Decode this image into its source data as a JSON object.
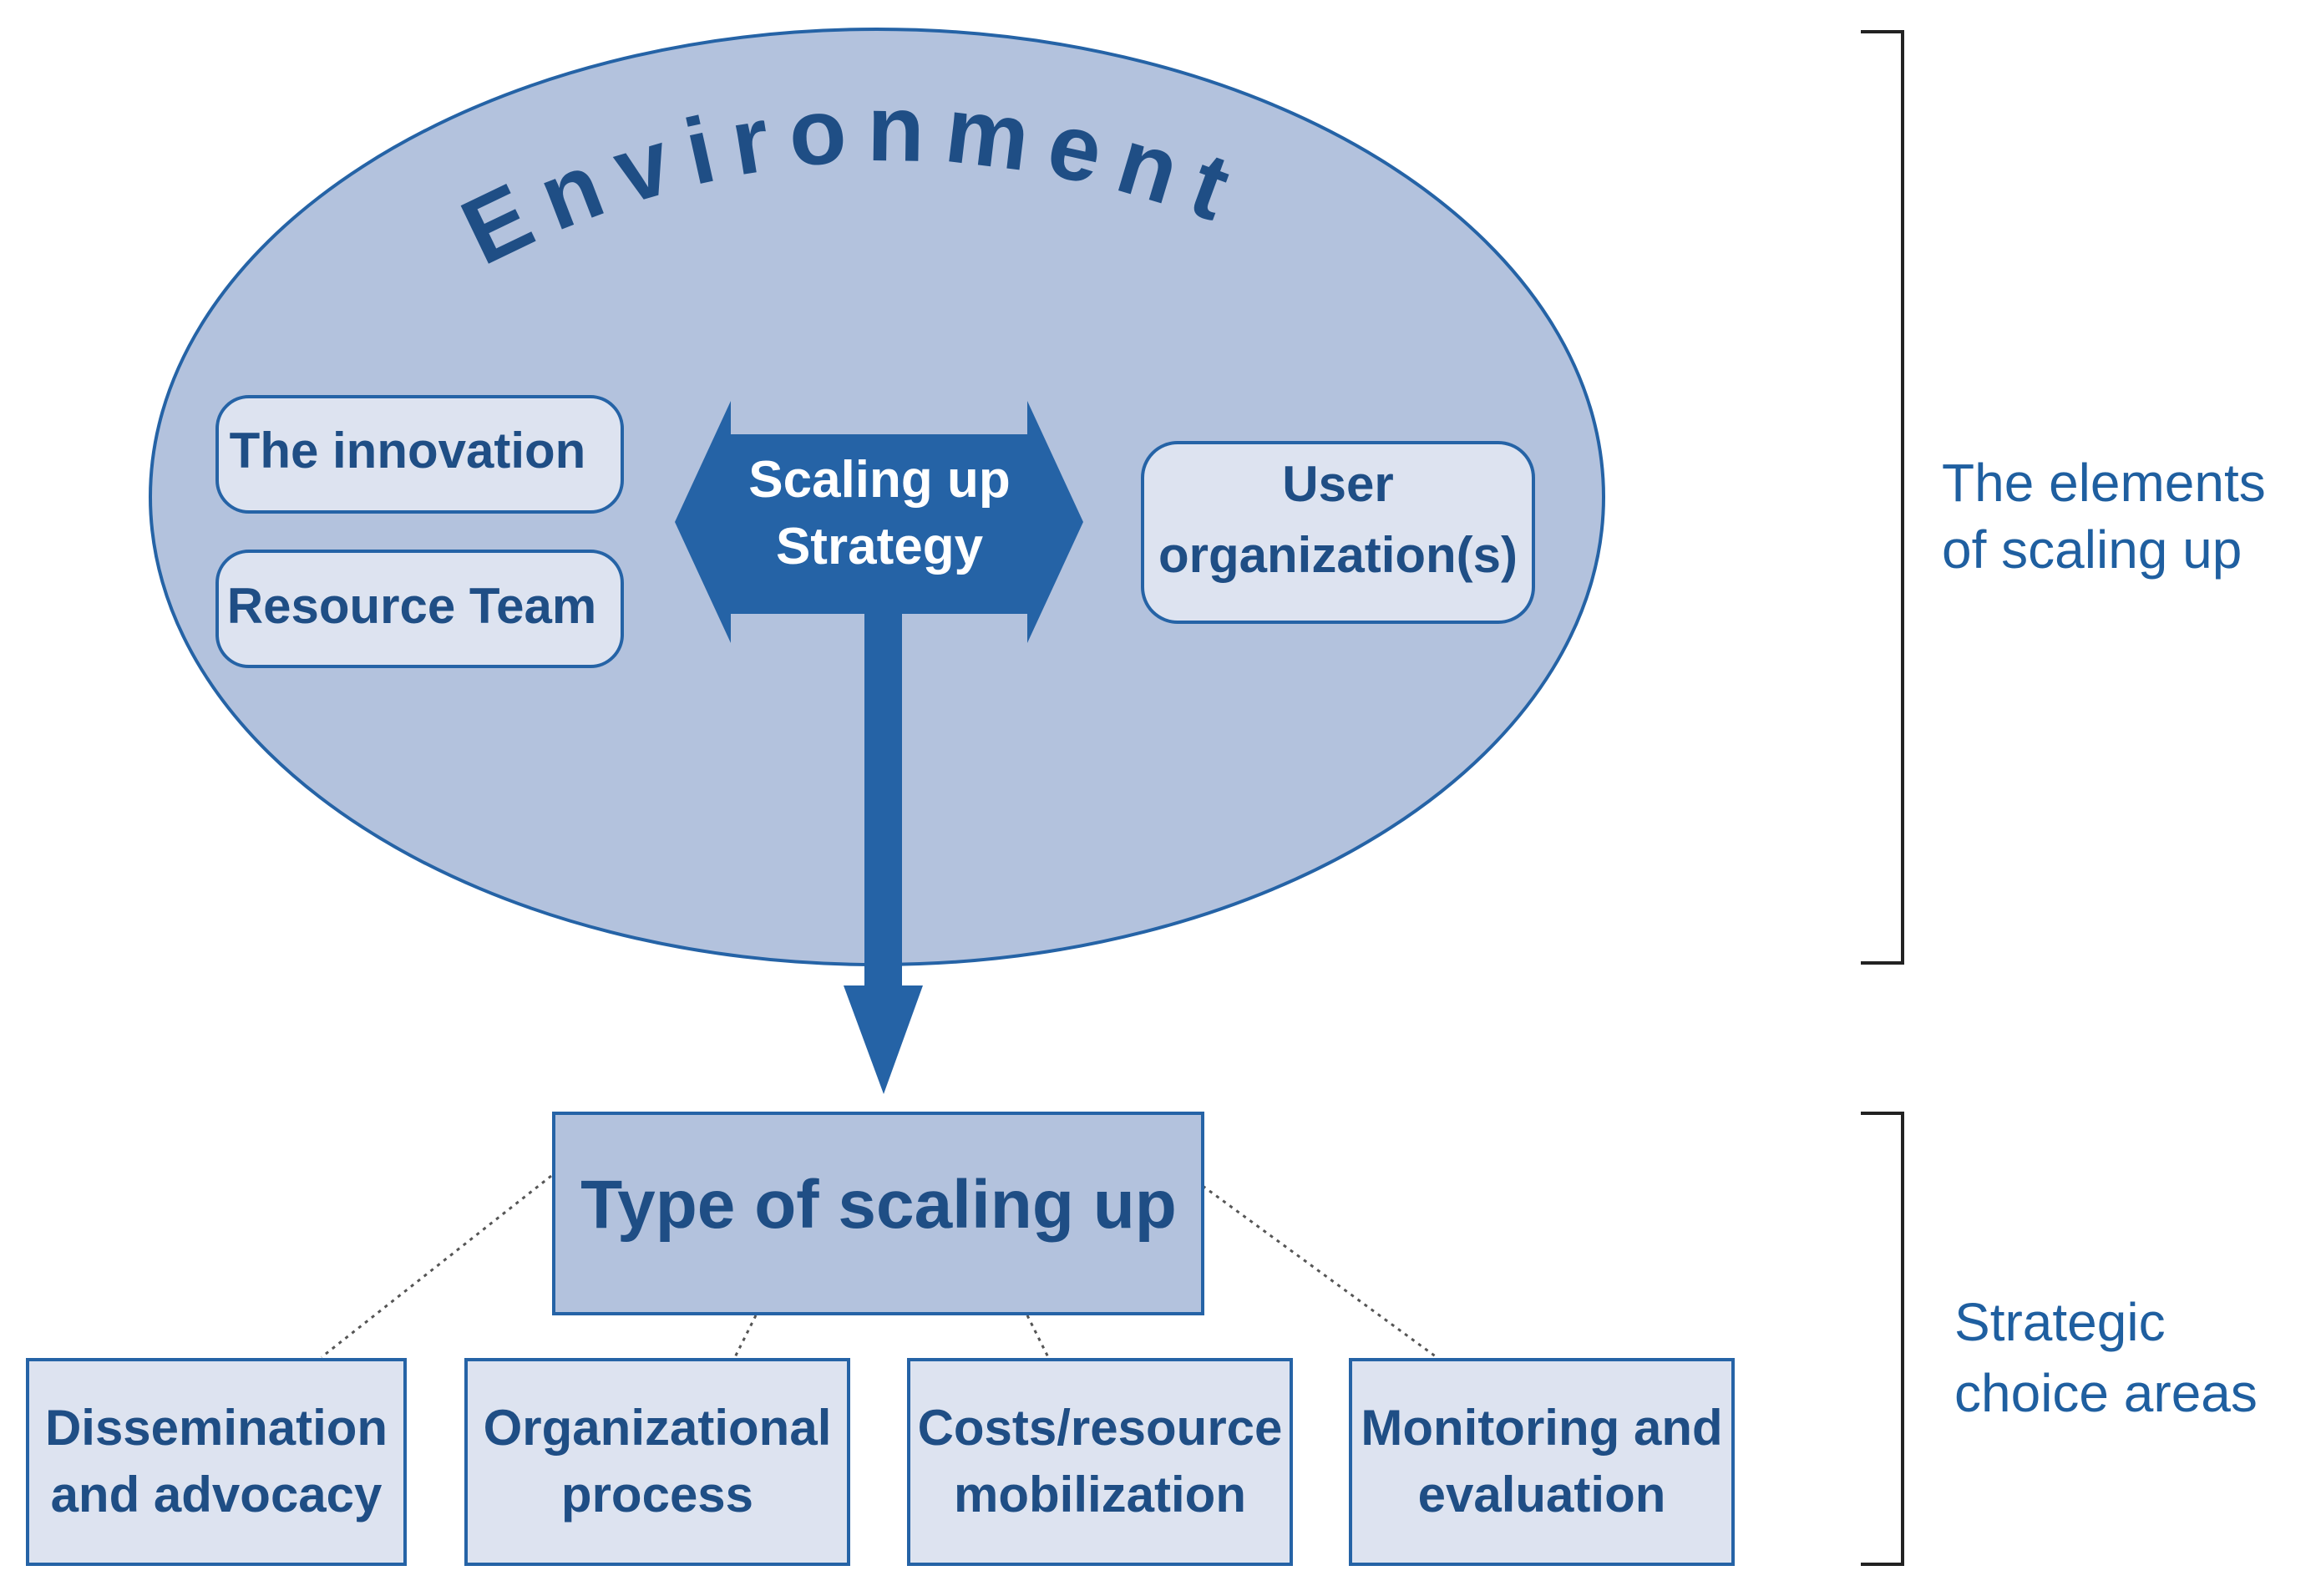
{
  "environment_title": "Environment",
  "elements": {
    "innovation": "The innovation",
    "resource_team": "Resource Team",
    "strategy_line1": "Scaling up",
    "strategy_line2": "Strategy",
    "user_org_line1": "User",
    "user_org_line2": "organization(s)"
  },
  "type_box": "Type of scaling up",
  "choice_areas": [
    {
      "line1": "Dissemination",
      "line2": "and advocacy"
    },
    {
      "line1": "Organizational",
      "line2": "process"
    },
    {
      "line1": "Costs/resource",
      "line2": "mobilization"
    },
    {
      "line1": "Monitoring and",
      "line2": "evaluation"
    }
  ],
  "side_labels": {
    "elements_line1": "The elements",
    "elements_line2": "of scaling up",
    "strategic_line1": "Strategic",
    "strategic_line2": "choice areas"
  },
  "colors": {
    "ellipse_fill": "#b3c2dd",
    "box_fill": "#dde3f0",
    "dark_blue": "#2563a6",
    "text_blue": "#1f4e85"
  }
}
